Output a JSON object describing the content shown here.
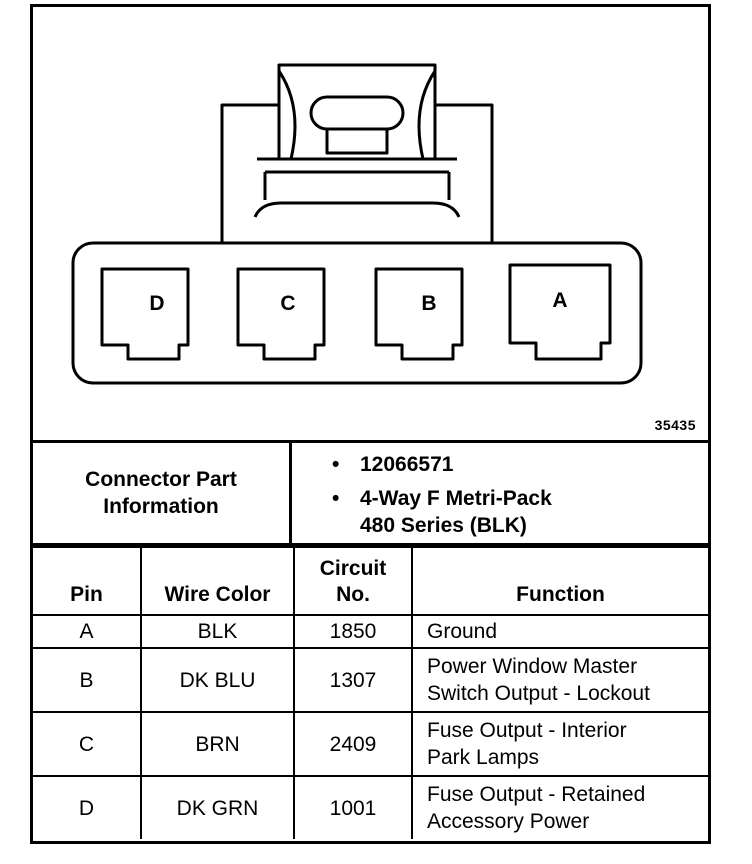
{
  "diagram": {
    "pin_labels": [
      "D",
      "C",
      "B",
      "A"
    ],
    "figure_number": "35435"
  },
  "connector_info": {
    "label_line1": "Connector Part",
    "label_line2": "Information",
    "part_number": "12066571",
    "description_line1": "4-Way F Metri-Pack",
    "description_line2": "480 Series (BLK)",
    "bullet": "•"
  },
  "table": {
    "headers": {
      "pin": "Pin",
      "wire_color": "Wire Color",
      "circuit_line1": "Circuit",
      "circuit_line2": "No.",
      "function": "Function"
    },
    "rows": [
      {
        "pin": "A",
        "wire_color": "BLK",
        "circuit": "1850",
        "function_lines": [
          "Ground"
        ]
      },
      {
        "pin": "B",
        "wire_color": "DK BLU",
        "circuit": "1307",
        "function_lines": [
          "Power Window Master",
          "Switch Output - Lockout"
        ]
      },
      {
        "pin": "C",
        "wire_color": "BRN",
        "circuit": "2409",
        "function_lines": [
          "Fuse Output - Interior",
          "Park Lamps"
        ]
      },
      {
        "pin": "D",
        "wire_color": "DK GRN",
        "circuit": "1001",
        "function_lines": [
          "Fuse Output - Retained",
          "Accessory Power"
        ]
      }
    ]
  }
}
